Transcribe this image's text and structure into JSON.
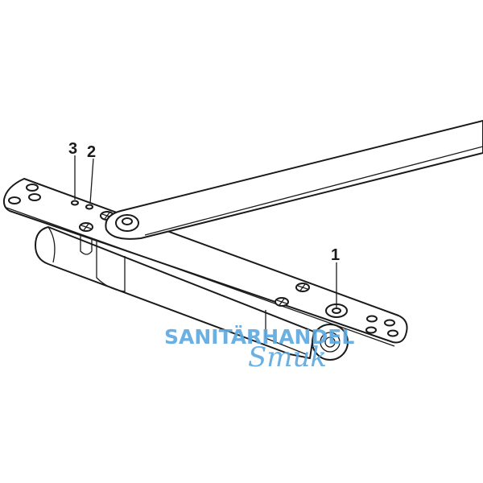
{
  "labels": {
    "one": "1",
    "two": "2",
    "three": "3"
  },
  "watermark": {
    "line1": "SANITÄRHANDEL",
    "line2": "Smuk",
    "color": "#5aa8e0"
  },
  "colors": {
    "line": "#1a1a1a",
    "background": "#ffffff"
  }
}
